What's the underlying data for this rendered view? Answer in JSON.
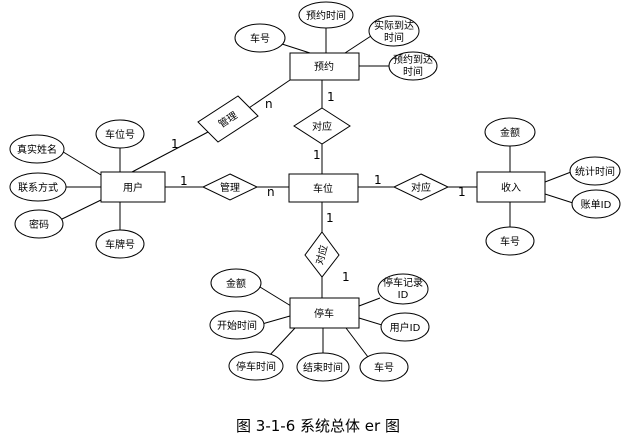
{
  "caption": "图 3-1-6 系统总体 er 图",
  "entities": {
    "reservation": "预约",
    "user": "用户",
    "space": "车位",
    "income": "收入",
    "parking": "停车"
  },
  "relationships": {
    "manage_res_user": "管理",
    "manage_user_space": "管理",
    "space_res": "对应",
    "space_income": "对应",
    "space_parking": "对应"
  },
  "attributes": {
    "res_car_no": "车号",
    "res_time": "预约时间",
    "res_actual_arrival": [
      "实际到达",
      "时间"
    ],
    "res_expected_arrival": [
      "预约到达",
      "时间"
    ],
    "user_real_name": "真实姓名",
    "user_space_no": "车位号",
    "user_contact": "联系方式",
    "user_password": "密码",
    "user_plate_no": "车牌号",
    "inc_amount": "金额",
    "inc_stat_time": "统计时间",
    "inc_bill_id": "账单ID",
    "inc_car_no": "车号",
    "park_amount": "金额",
    "park_record_id": [
      "停车记录",
      "ID"
    ],
    "park_start_time": "开始时间",
    "park_user_id": "用户ID",
    "park_time": "停车时间",
    "park_end_time": "结束时间",
    "park_car_no": "车号"
  },
  "cardinalities": {
    "user_to_manage1": "1",
    "res_to_manage1": "n",
    "user_to_manage2": "1",
    "space_to_manage2": "n",
    "res_to_dui1": "1",
    "space_to_dui1": "1",
    "space_to_dui2": "1",
    "income_to_dui2": "1",
    "space_to_dui3": "1",
    "parking_to_dui3": "1"
  }
}
